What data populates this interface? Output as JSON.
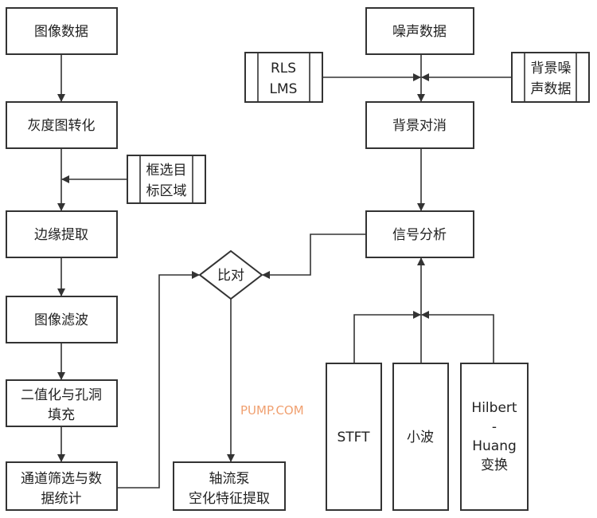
{
  "left_chain": {
    "image_data": "图像数据",
    "grayscale": "灰度图转化",
    "roi_line1": "框选目",
    "roi_line2": "标区域",
    "edge": "边缘提取",
    "filter": "图像滤波",
    "binarize_line1": "二值化与孔洞",
    "binarize_line2": "填充",
    "channel_line1": "通道筛选与数",
    "channel_line2": "据统计"
  },
  "compare": "比对",
  "output_line1": "轴流泵",
  "output_line2": "空化特征提取",
  "right_chain": {
    "noise_data": "噪声数据",
    "rls": "RLS",
    "lms": "LMS",
    "bg_line1": "背景噪",
    "bg_line2": "声数据",
    "cancel": "背景对消",
    "analysis": "信号分析",
    "stft": "STFT",
    "wavelet": "小波",
    "hht_line1": "Hilbert",
    "hht_line2": "-",
    "hht_line3": "Huang",
    "hht_line4": "变换"
  },
  "watermark": "PUMP.COM"
}
